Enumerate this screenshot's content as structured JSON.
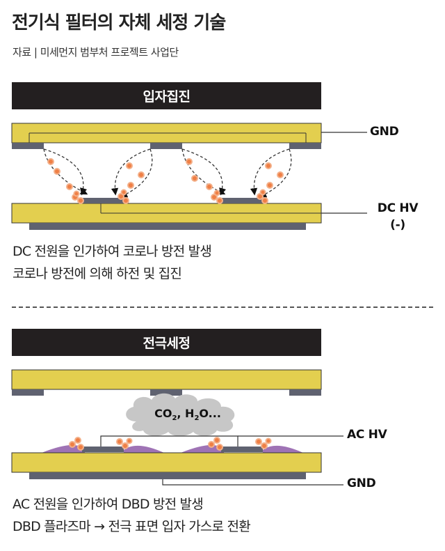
{
  "header": {
    "title": "전기식 필터의 자체 세정 기술",
    "source": "자료 | 미세먼지 범부처 프로젝트 사업단"
  },
  "panel_collection": {
    "banner": "입자집진",
    "label_gnd": "GND",
    "label_dchv_line1": "DC HV",
    "label_dchv_line2": "(-)",
    "desc_line1": "DC 전원을 인가하여 코로나 방전 발생",
    "desc_line2": "코로나 방전에 의해 하전 및 집진"
  },
  "panel_cleaning": {
    "banner": "전극세정",
    "cloud_co": "CO",
    "cloud_sub2a": "2",
    "cloud_mid": ", H",
    "cloud_sub2b": "2",
    "cloud_end": "O...",
    "label_achv": "AC HV",
    "label_gnd": "GND",
    "desc_line1": "AC 전원을 인가하여 DBD 방전 발생",
    "desc_line2": "DBD 플라즈마 → 전극 표면 입자 가스로 전환"
  },
  "colors": {
    "plate_yellow": "#e3cf4f",
    "electrode_gray": "#5f6270",
    "particle_orange": "#ef7f45",
    "plasma_purple": "#8e5aa8",
    "banner_dark": "#231f20",
    "cloud_gray": "#c7c7c7"
  }
}
